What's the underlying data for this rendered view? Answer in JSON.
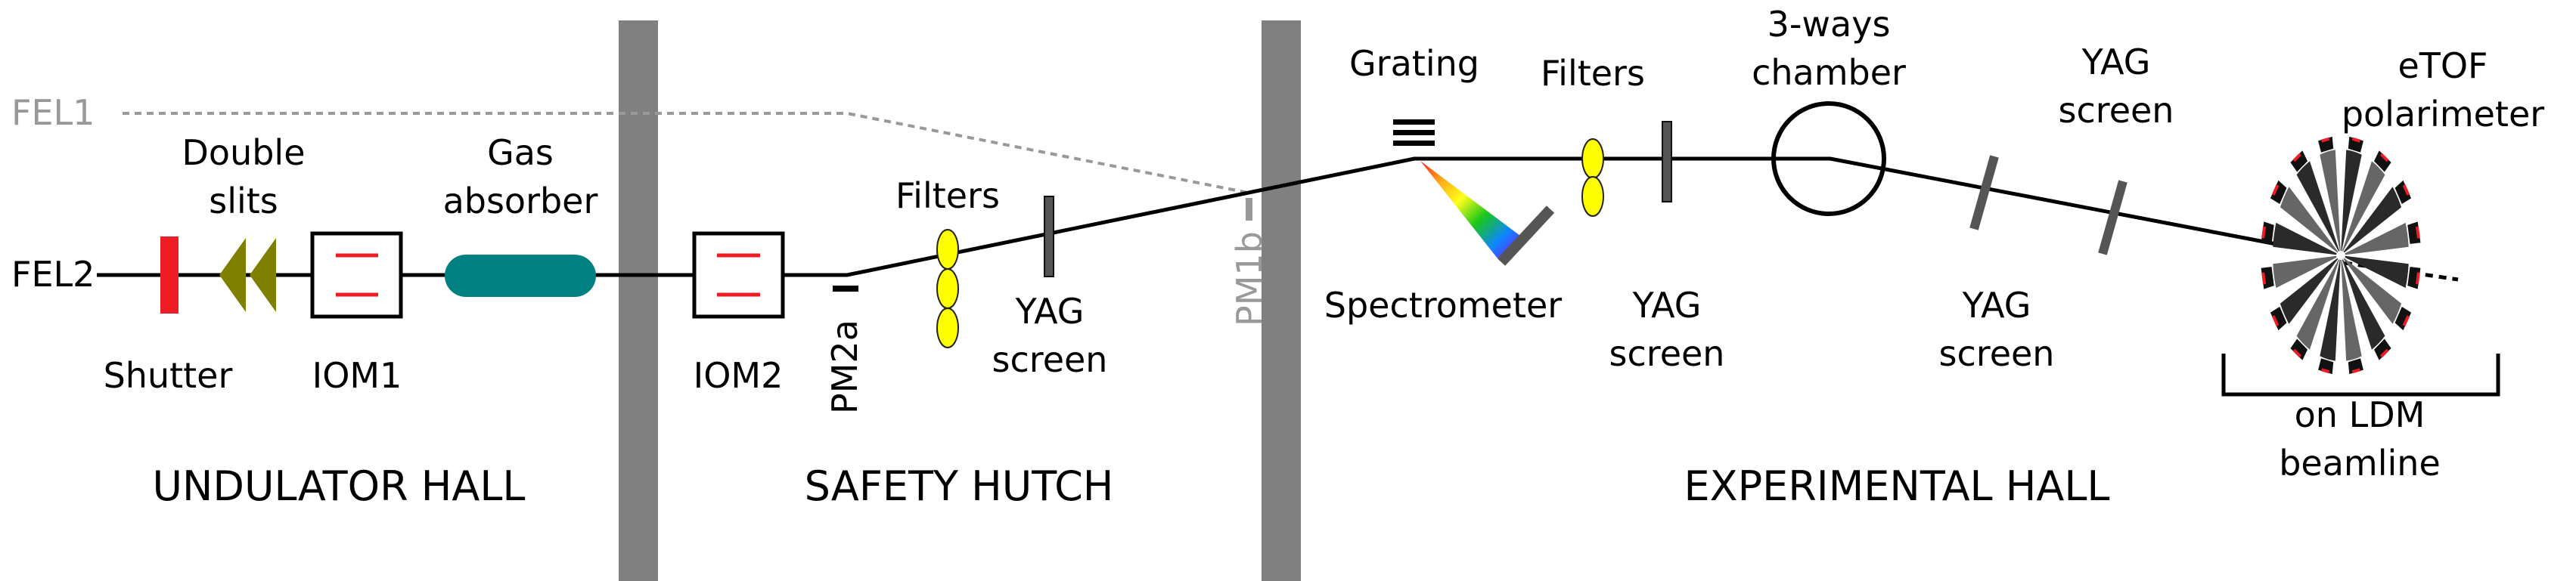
{
  "beams": {
    "fel1": "FEL1",
    "fel2": "FEL2"
  },
  "components": {
    "double_slits_line1": "Double",
    "double_slits_line2": "slits",
    "gas_absorber_line1": "Gas",
    "gas_absorber_line2": "absorber",
    "shutter": "Shutter",
    "iom1": "IOM1",
    "iom2": "IOM2",
    "pm2a": "PM2a",
    "pm1b": "PM1b",
    "filters_hutch": "Filters",
    "yag_hutch_line1": "YAG",
    "yag_hutch_line2": "screen",
    "grating": "Grating",
    "spectrometer": "Spectrometer",
    "filters_exp": "Filters",
    "yag_exp1_line1": "YAG",
    "yag_exp1_line2": "screen",
    "chamber_line1": "3-ways",
    "chamber_line2": "chamber",
    "yag_top_line1": "YAG",
    "yag_top_line2": "screen",
    "yag_bottom_line1": "YAG",
    "yag_bottom_line2": "screen",
    "etof_line1": "eTOF",
    "etof_line2": "polarimeter",
    "ldm_line1": "on LDM",
    "ldm_line2": "beamline"
  },
  "sections": {
    "undulator_hall": "UNDULATOR HALL",
    "safety_hutch": "SAFETY HUTCH",
    "experimental_hall": "EXPERIMENTAL HALL"
  },
  "colors": {
    "beam": "#000000",
    "fel1_beam": "#999999",
    "wall": "#808080",
    "shutter": "#ee1c25",
    "double_slits": "#808000",
    "gas_absorber": "#008080",
    "filter": "#ffff00",
    "yag": "#555555",
    "iom_mark": "#ee1c25"
  }
}
